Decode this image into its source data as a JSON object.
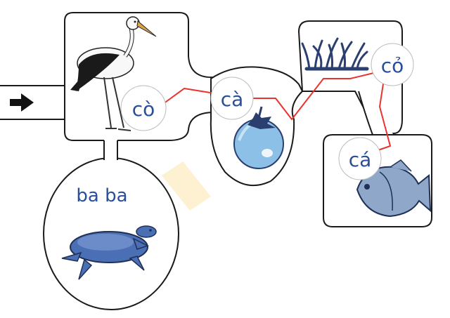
{
  "words": {
    "co_huyen": "cò",
    "ca_huyen": "cà",
    "co_hoi": "cỏ",
    "ca_sac": "cá",
    "ba_ba": "ba ba"
  },
  "icons": {
    "start": "arrow-right-icon",
    "stork": "stork-icon",
    "eggplant": "eggplant-icon",
    "grass": "grass-icon",
    "fish": "fish-icon",
    "turtle": "turtle-icon"
  },
  "colors": {
    "outline": "#1a1a1a",
    "path": "#e8342c",
    "text": "#2a4f9a",
    "animal_blue": "#4a6fb5"
  }
}
